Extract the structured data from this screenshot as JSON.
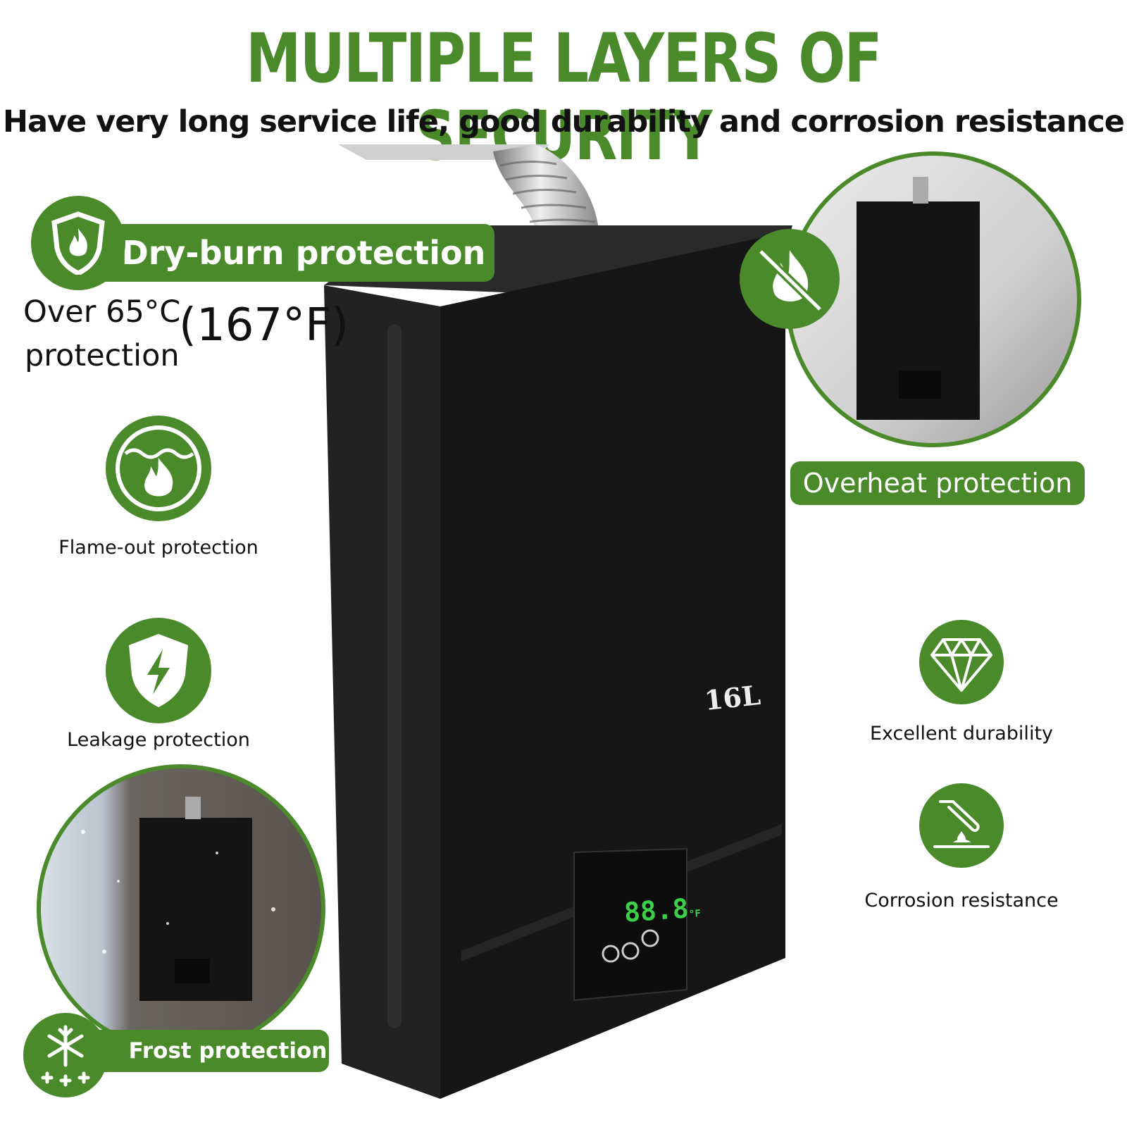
{
  "header": {
    "title": "MULTIPLE LAYERS OF SECURITY",
    "subtitle": "Have very long service life, good durability and corrosion resistance"
  },
  "features": {
    "dry_burn": "Dry-burn protection",
    "over_temp_line1": "Over 65°C",
    "over_temp_f": "(167°F)",
    "over_temp_line2": "protection",
    "flame_out": "Flame-out protection",
    "leakage": "Leakage protection",
    "frost": "Frost protection",
    "overheat": "Overheat protection",
    "durability": "Excellent durability",
    "corrosion": "Corrosion resistance"
  },
  "product": {
    "capacity_label": "16L",
    "display_readout": "88.8",
    "display_unit": "°F"
  },
  "colors": {
    "brand_green": "#4a8a2a",
    "heater_body": "#1b1b1b",
    "display_digits": "#3ecf4a"
  },
  "icons": [
    "shield-flame-icon",
    "flame-wave-icon",
    "shield-bolt-icon",
    "no-fire-icon",
    "diamond-icon",
    "corrosion-icon",
    "snowflake-icon"
  ]
}
